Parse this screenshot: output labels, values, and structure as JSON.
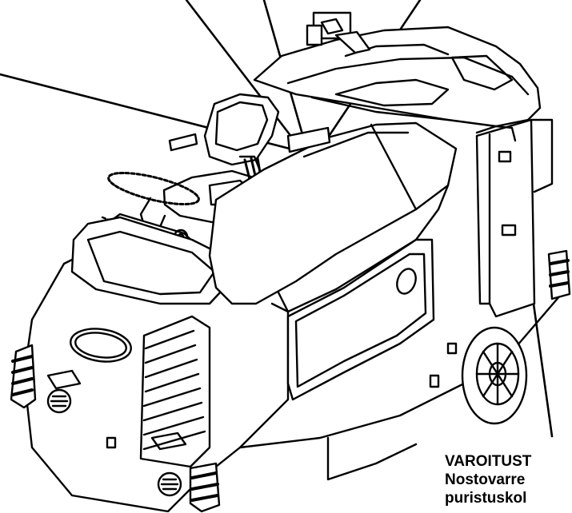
{
  "callouts": {
    "warning_label": {
      "lines": [
        "VAROITUST",
        "Nostovarre",
        "puristuskol"
      ]
    }
  }
}
